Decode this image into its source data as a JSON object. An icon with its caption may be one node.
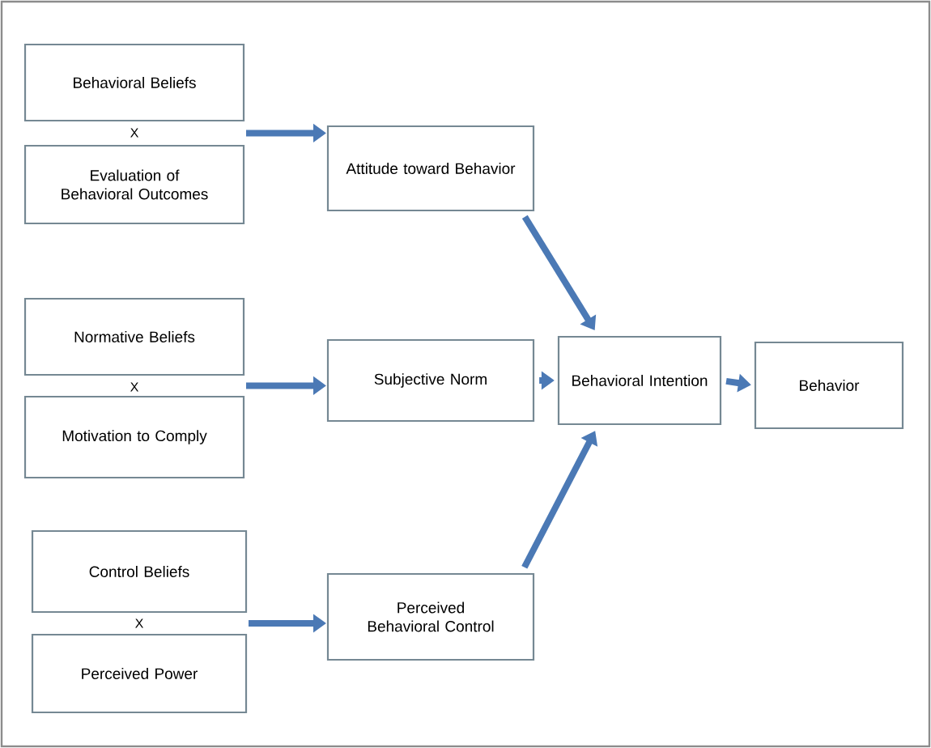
{
  "diagram": {
    "nodes": [
      {
        "text": [
          "Behavioral Beliefs"
        ]
      },
      {
        "text": [
          "Evaluation of Behavioral Outcomes"
        ]
      },
      {
        "text": [
          "Attitude toward Behavior"
        ]
      },
      {
        "text": [
          "Normative Beliefs"
        ]
      },
      {
        "text": [
          "Motivation to Comply"
        ]
      },
      {
        "text": [
          "Subjective Norm"
        ]
      },
      {
        "text": [
          "Behavioral Intention"
        ]
      },
      {
        "text": [
          "Behavior"
        ]
      },
      {
        "text": [
          "Control Beliefs"
        ]
      },
      {
        "text": [
          "Perceived Power"
        ]
      },
      {
        "text": [
          "Perceived Behavioral Control"
        ]
      }
    ],
    "edges": [
      {
        "from": 0,
        "to": 2,
        "arrow": "to"
      },
      {
        "from": 1,
        "to": 2,
        "arrow": "to"
      },
      {
        "from": 3,
        "to": 5,
        "arrow": "to"
      },
      {
        "from": 4,
        "to": 5,
        "arrow": "to"
      },
      {
        "from": 8,
        "to": 10,
        "arrow": "to"
      },
      {
        "from": 9,
        "to": 10,
        "arrow": "to"
      },
      {
        "from": 2,
        "to": 6,
        "arrow": "to"
      },
      {
        "from": 5,
        "to": 6,
        "arrow": "to"
      },
      {
        "from": 10,
        "to": 6,
        "arrow": "to"
      },
      {
        "from": 6,
        "to": 7,
        "arrow": "to"
      }
    ],
    "labels": [
      "X",
      "X",
      "X"
    ]
  }
}
